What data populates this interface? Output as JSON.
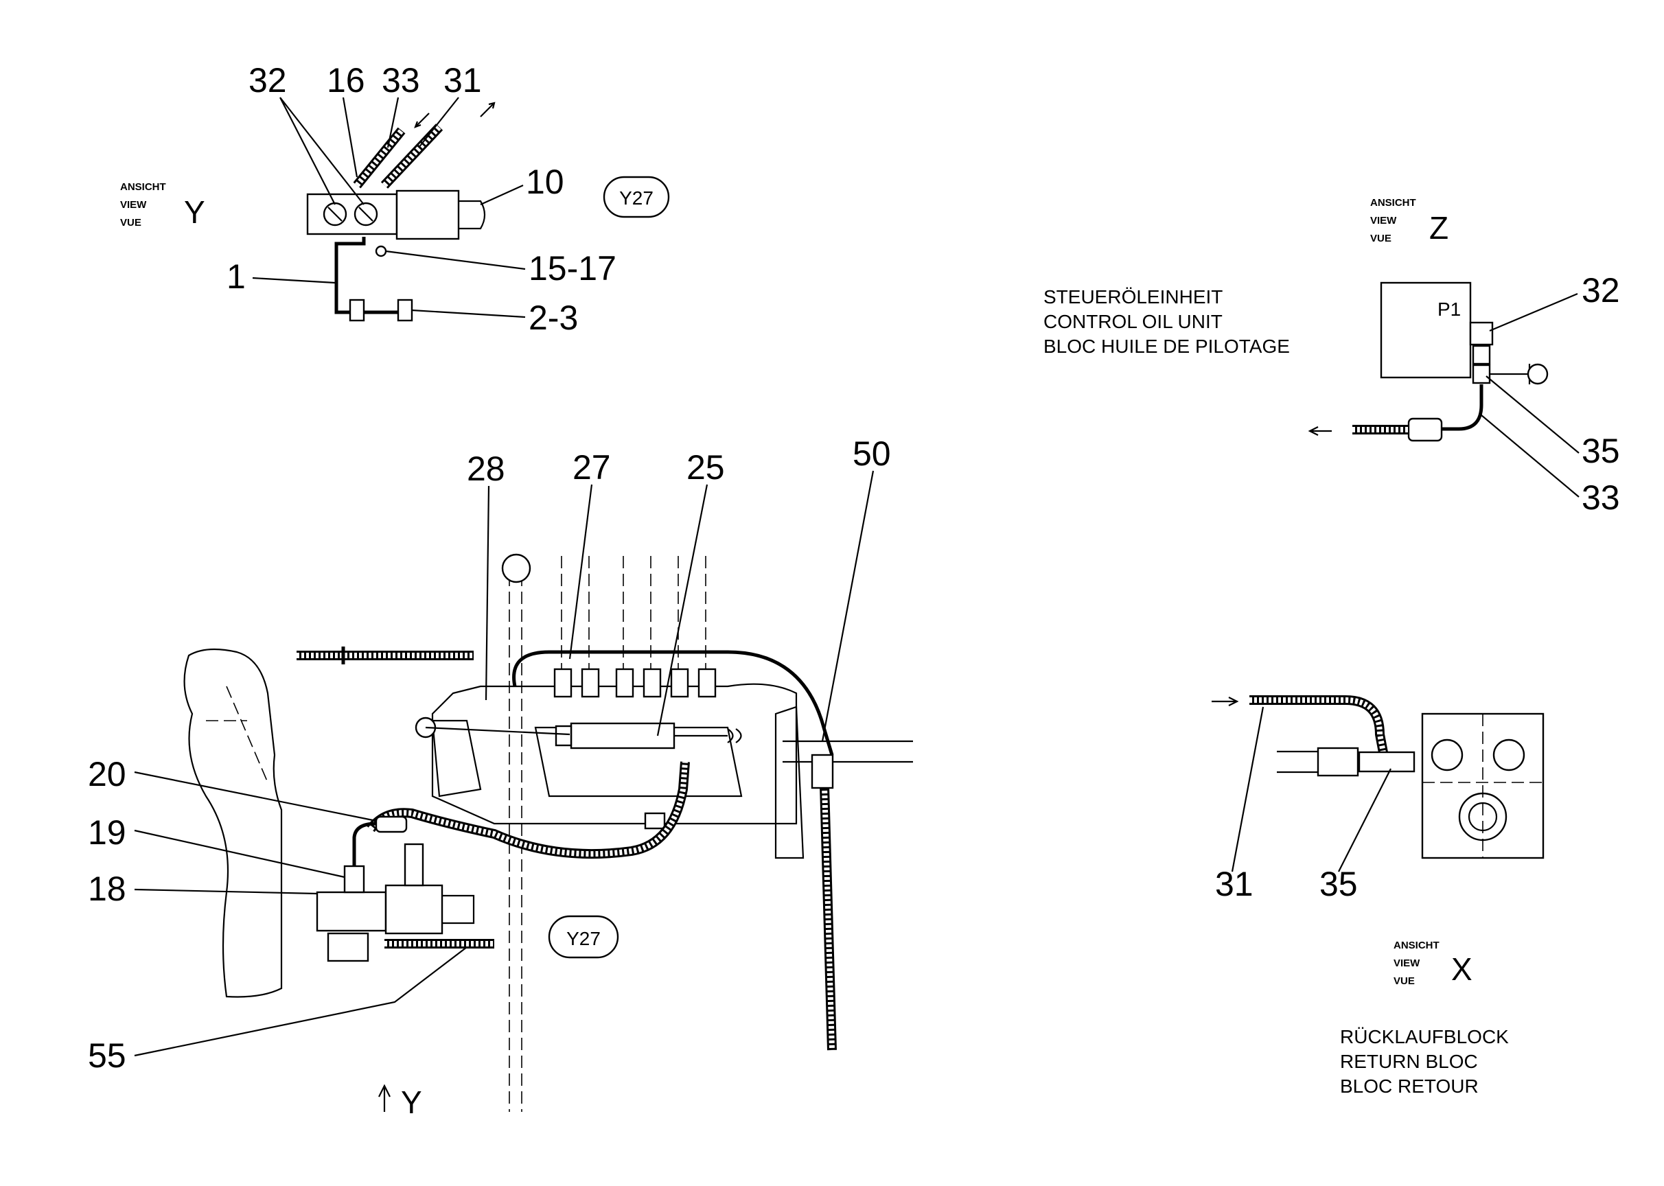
{
  "views": {
    "y": {
      "line1": "ANSICHT",
      "line2": "VIEW",
      "line3": "VUE",
      "letter": "Y"
    },
    "z": {
      "line1": "ANSICHT",
      "line2": "VIEW",
      "line3": "VUE",
      "letter": "Z"
    },
    "x": {
      "line1": "ANSICHT",
      "line2": "VIEW",
      "line3": "VUE",
      "letter": "X"
    }
  },
  "badges": {
    "top": "Y27",
    "main": "Y27"
  },
  "captions": {
    "control_oil": [
      "STEUERÖLEINHEIT",
      "CONTROL OIL UNIT",
      "BLOC HUILE DE PILOTAGE"
    ],
    "return_block": [
      "RÜCKLAUFBLOCK",
      "RETURN BLOC",
      "BLOC RETOUR"
    ]
  },
  "port_label": "P1",
  "arrow_y_label": "Y",
  "callouts_top": [
    "32",
    "16",
    "33",
    "31",
    "10",
    "15-17",
    "1",
    "2-3"
  ],
  "callouts_main": [
    "28",
    "27",
    "25",
    "50",
    "20",
    "19",
    "18",
    "55"
  ],
  "callouts_z": [
    "32",
    "35",
    "33"
  ],
  "callouts_x": [
    "31",
    "35"
  ]
}
